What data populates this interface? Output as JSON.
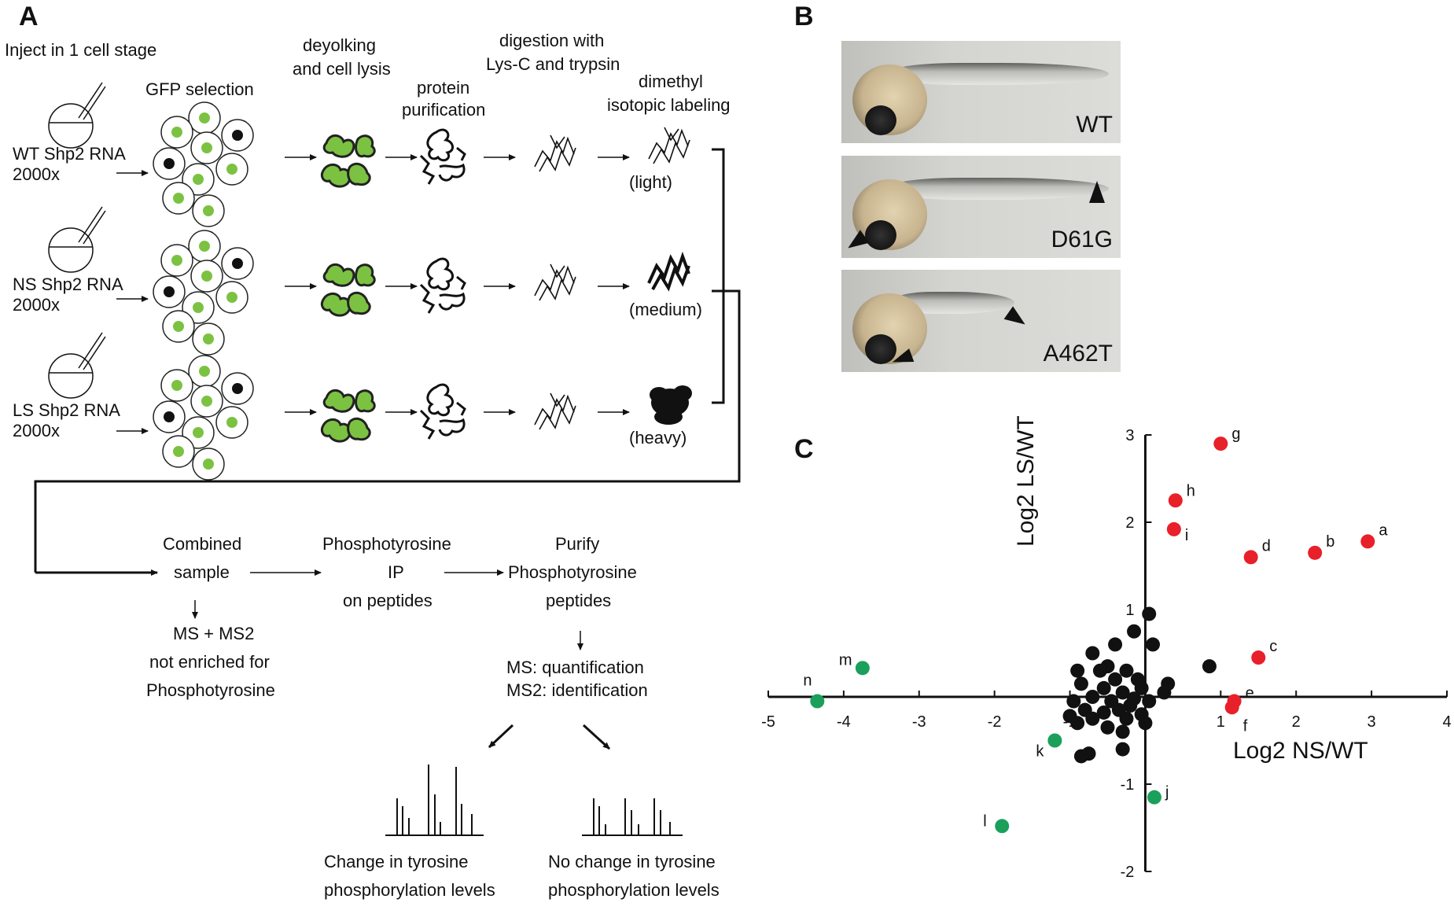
{
  "panels": {
    "a": "A",
    "b": "B",
    "c": "C"
  },
  "panel_a": {
    "inject_label": "Inject in 1 cell stage",
    "steps": {
      "gfp": "GFP selection",
      "deyolk1": "deyolking",
      "deyolk2": "and cell lysis",
      "prot1": "protein",
      "prot2": "purification",
      "dig1": "digestion with",
      "dig2": "Lys-C and trypsin",
      "dim1": "dimethyl",
      "dim2": "isotopic labeling"
    },
    "rows": [
      {
        "rna": "WT Shp2 RNA",
        "dose": "2000x",
        "label": "(light)"
      },
      {
        "rna": "NS Shp2 RNA",
        "dose": "2000x",
        "label": "(medium)"
      },
      {
        "rna": "LS Shp2 RNA",
        "dose": "2000x",
        "label": "(heavy)"
      }
    ],
    "flow": {
      "combined1": "Combined",
      "combined2": "sample",
      "ip1": "Phosphotyrosine",
      "ip2": "IP",
      "ip3": "on peptides",
      "purify1": "Purify",
      "purify2": "Phosphotyrosine",
      "purify3": "peptides",
      "ms1": "MS + MS2",
      "ms2": "not enriched for",
      "ms3": "Phosphotyrosine",
      "quant1": "MS: quantification",
      "quant2": "MS2: identification",
      "change1": "Change in tyrosine",
      "change2": "phosphorylation levels",
      "nochange1": "No change in tyrosine",
      "nochange2": "phosphorylation levels"
    }
  },
  "panel_b": {
    "labels": [
      "WT",
      "D61G",
      "A462T"
    ]
  },
  "chart_data": {
    "type": "scatter",
    "xlabel": "Log2 NS/WT",
    "ylabel": "Log2 LS/WT",
    "xlim": [
      -5,
      4
    ],
    "ylim": [
      -2,
      3
    ],
    "xticks": [
      -5,
      -4,
      -3,
      -2,
      -1,
      1,
      2,
      3,
      4
    ],
    "yticks": [
      3,
      2,
      1,
      -1,
      -2
    ],
    "colors": {
      "up": "#e8202a",
      "down": "#1aa05a",
      "neutral": "#111111"
    },
    "labeled_points": [
      {
        "label": "a",
        "x": 2.95,
        "y": 1.78,
        "group": "up"
      },
      {
        "label": "b",
        "x": 2.25,
        "y": 1.65,
        "group": "up"
      },
      {
        "label": "c",
        "x": 1.5,
        "y": 0.45,
        "group": "up"
      },
      {
        "label": "d",
        "x": 1.4,
        "y": 1.6,
        "group": "up"
      },
      {
        "label": "e",
        "x": 1.18,
        "y": -0.05,
        "group": "up"
      },
      {
        "label": "f",
        "x": 1.15,
        "y": -0.12,
        "group": "up"
      },
      {
        "label": "g",
        "x": 1.0,
        "y": 2.9,
        "group": "up"
      },
      {
        "label": "h",
        "x": 0.4,
        "y": 2.25,
        "group": "up"
      },
      {
        "label": "i",
        "x": 0.38,
        "y": 1.92,
        "group": "up"
      },
      {
        "label": "j",
        "x": 0.12,
        "y": -1.15,
        "group": "down"
      },
      {
        "label": "k",
        "x": -1.2,
        "y": -0.5,
        "group": "down"
      },
      {
        "label": "l",
        "x": -1.9,
        "y": -1.48,
        "group": "down"
      },
      {
        "label": "m",
        "x": -3.75,
        "y": 0.33,
        "group": "down"
      },
      {
        "label": "n",
        "x": -4.35,
        "y": -0.05,
        "group": "down"
      }
    ],
    "neutral_points": [
      [
        0.05,
        0.95
      ],
      [
        -0.15,
        0.75
      ],
      [
        -0.4,
        0.6
      ],
      [
        0.1,
        0.6
      ],
      [
        -0.7,
        0.5
      ],
      [
        -0.5,
        0.35
      ],
      [
        -0.9,
        0.3
      ],
      [
        -0.6,
        0.3
      ],
      [
        -0.25,
        0.3
      ],
      [
        0.85,
        0.35
      ],
      [
        -0.4,
        0.2
      ],
      [
        -0.1,
        0.2
      ],
      [
        0.3,
        0.15
      ],
      [
        -0.85,
        0.15
      ],
      [
        -0.55,
        0.1
      ],
      [
        -0.3,
        0.05
      ],
      [
        -0.05,
        0.1
      ],
      [
        0.25,
        0.05
      ],
      [
        -0.7,
        0.0
      ],
      [
        -0.15,
        -0.02
      ],
      [
        -0.95,
        -0.05
      ],
      [
        -0.45,
        -0.05
      ],
      [
        -0.2,
        -0.1
      ],
      [
        0.05,
        -0.05
      ],
      [
        -0.8,
        -0.15
      ],
      [
        -0.55,
        -0.18
      ],
      [
        -0.35,
        -0.15
      ],
      [
        -0.05,
        -0.2
      ],
      [
        -1.0,
        -0.22
      ],
      [
        -0.7,
        -0.25
      ],
      [
        -0.25,
        -0.25
      ],
      [
        0.0,
        -0.3
      ],
      [
        -0.9,
        -0.3
      ],
      [
        -0.5,
        -0.35
      ],
      [
        -0.3,
        -0.4
      ],
      [
        -0.75,
        -0.65
      ],
      [
        -0.85,
        -0.68
      ],
      [
        -0.3,
        -0.6
      ]
    ]
  }
}
